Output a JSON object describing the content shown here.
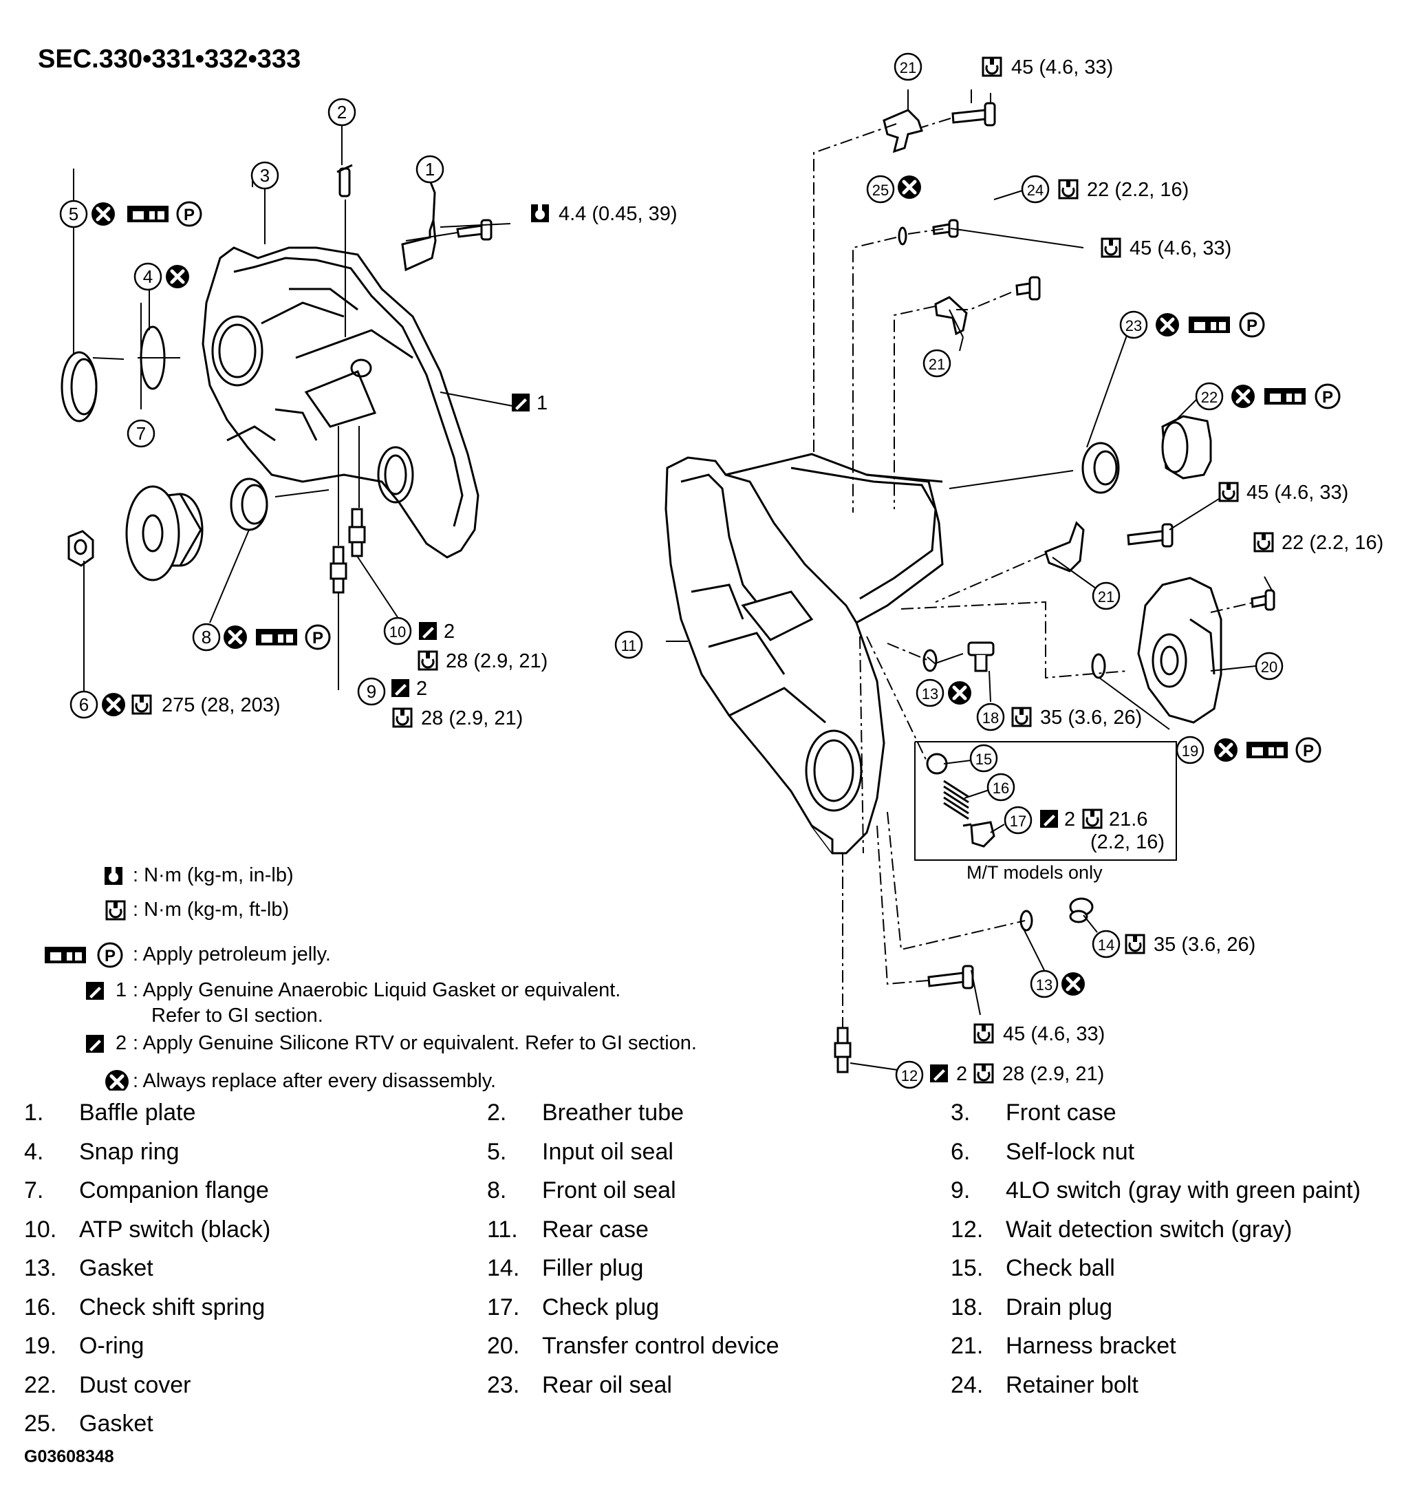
{
  "section_title": "SEC.330•331•332•333",
  "callouts": {
    "c1": "1",
    "c2": "2",
    "c3": "3",
    "c4": "4",
    "c5": "5",
    "c6": "6",
    "c7": "7",
    "c8": "8",
    "c9": "9",
    "c10": "10",
    "c11": "11",
    "c12": "12",
    "c13": "13",
    "c14": "14",
    "c15": "15",
    "c16": "16",
    "c17": "17",
    "c18": "18",
    "c19": "19",
    "c20": "20",
    "c21": "21",
    "c22": "22",
    "c23": "23",
    "c24": "24",
    "c25": "25"
  },
  "torques": {
    "t_baffle": "4.4 (0.45, 39)",
    "t_nut": "275 (28, 203)",
    "t_10": "28 (2.9, 21)",
    "t_9": "28 (2.9, 21)",
    "t_21a": "45 (4.6, 33)",
    "t_24": "22 (2.2, 16)",
    "t_21b": "45 (4.6, 33)",
    "t_21c": "45 (4.6, 33)",
    "t_20": "22 (2.2, 16)",
    "t_18": "35 (3.6, 26)",
    "t_17a": "21.6",
    "t_17b": "(2.2, 16)",
    "t_14": "35 (3.6, 26)",
    "t_bottom": "45 (4.6, 33)",
    "t_12": "28 (2.9, 21)"
  },
  "sealant_numbers": {
    "one": "1",
    "two": "2"
  },
  "mt_only": "M/T models only",
  "legend": {
    "inlb": ": N·m (kg-m, in-lb)",
    "ftlb": ": N·m (kg-m, ft-lb)",
    "petroleum": ": Apply petroleum jelly.",
    "gasket1_num": "1",
    "gasket1": ": Apply Genuine Anaerobic Liquid Gasket or equivalent.",
    "gasket1_cont": "Refer to GI section.",
    "gasket2_num": "2",
    "gasket2": ": Apply Genuine Silicone RTV or equivalent. Refer to GI section.",
    "replace": ": Always replace after every disassembly."
  },
  "parts": [
    {
      "num": "1.",
      "name": "Baffle plate"
    },
    {
      "num": "2.",
      "name": "Breather tube"
    },
    {
      "num": "3.",
      "name": "Front case"
    },
    {
      "num": "4.",
      "name": "Snap ring"
    },
    {
      "num": "5.",
      "name": "Input oil seal"
    },
    {
      "num": "6.",
      "name": "Self-lock nut"
    },
    {
      "num": "7.",
      "name": "Companion flange"
    },
    {
      "num": "8.",
      "name": "Front oil seal"
    },
    {
      "num": "9.",
      "name": "4LO switch (gray with green paint)"
    },
    {
      "num": "10.",
      "name": "ATP switch (black)"
    },
    {
      "num": "11.",
      "name": "Rear case"
    },
    {
      "num": "12.",
      "name": "Wait detection switch (gray)"
    },
    {
      "num": "13.",
      "name": "Gasket"
    },
    {
      "num": "14.",
      "name": "Filler plug"
    },
    {
      "num": "15.",
      "name": "Check ball"
    },
    {
      "num": "16.",
      "name": "Check shift spring"
    },
    {
      "num": "17.",
      "name": "Check plug"
    },
    {
      "num": "18.",
      "name": "Drain plug"
    },
    {
      "num": "19.",
      "name": "O-ring"
    },
    {
      "num": "20.",
      "name": "Transfer control device"
    },
    {
      "num": "21.",
      "name": "Harness bracket"
    },
    {
      "num": "22.",
      "name": "Dust cover"
    },
    {
      "num": "23.",
      "name": "Rear oil seal"
    },
    {
      "num": "24.",
      "name": "Retainer bolt"
    },
    {
      "num": "25.",
      "name": "Gasket"
    }
  ],
  "figure_code": "G03608348"
}
